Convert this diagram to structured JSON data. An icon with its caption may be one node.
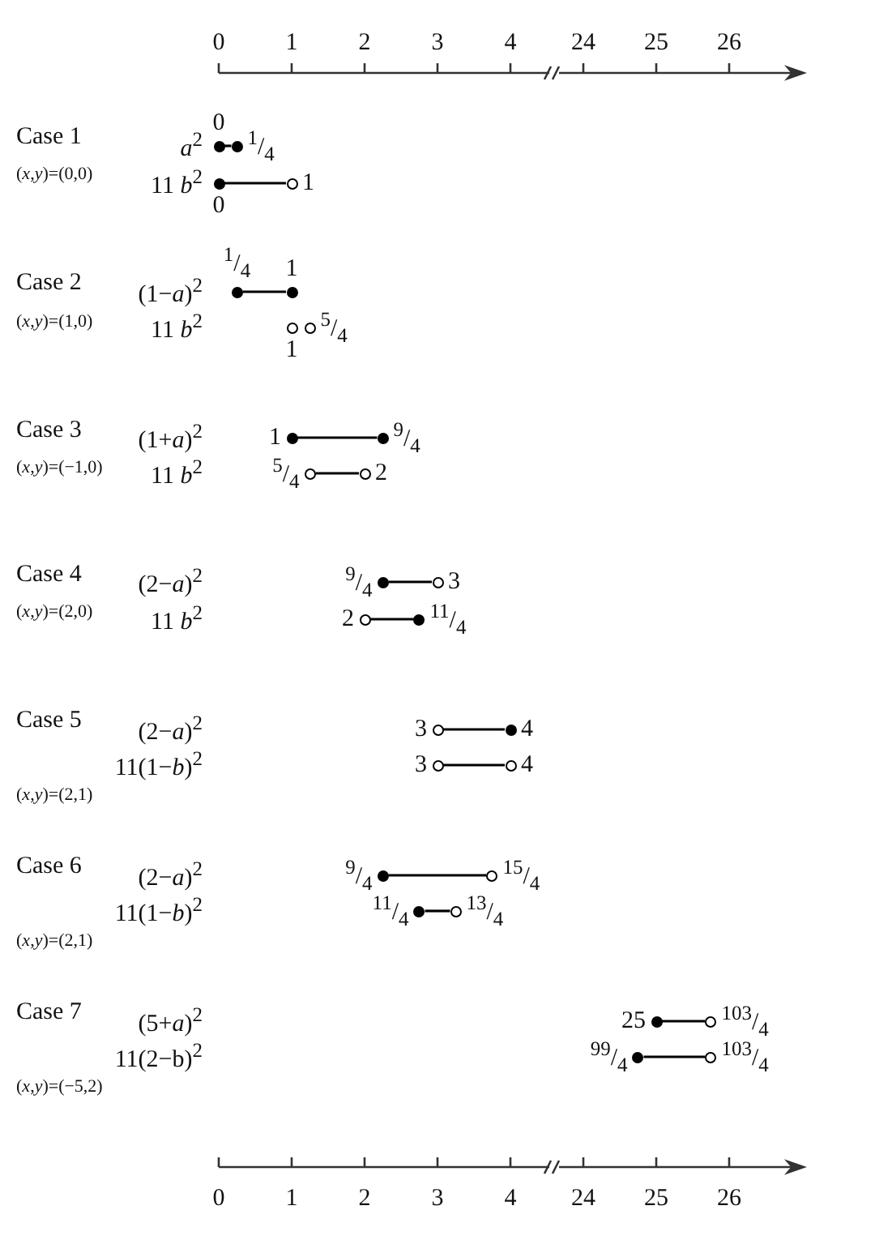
{
  "diagram": {
    "nodes": [
      {
        "text": [],
        "shape": "dot",
        "beside": [
          "0"
        ]
      },
      {
        "text": [],
        "shape": "dot",
        "beside": [
          "$^{1}$/$_{4}$"
        ]
      },
      {
        "text": [],
        "shape": "dot",
        "beside": [
          "0"
        ]
      },
      {
        "text": [],
        "shape": "circle",
        "beside": [
          "1"
        ]
      },
      {
        "text": [],
        "shape": "dot",
        "beside": [
          "$^{1}$/$_{4}$"
        ]
      },
      {
        "text": [],
        "shape": "dot",
        "beside": [
          "1"
        ]
      },
      {
        "text": [],
        "shape": "circle",
        "beside": [
          "1"
        ]
      },
      {
        "text": [],
        "shape": "circle",
        "beside": [
          "$^{5}$/$_{4}$"
        ]
      },
      {
        "text": [],
        "shape": "dot",
        "beside": [
          "1"
        ]
      },
      {
        "text": [],
        "shape": "dot",
        "beside": [
          "$^{9}$/$_{4}$"
        ]
      },
      {
        "text": [],
        "shape": "circle",
        "beside": [
          "$^{5}$/$_{4}$"
        ]
      },
      {
        "text": [],
        "shape": "circle",
        "beside": [
          "2"
        ]
      },
      {
        "text": [],
        "shape": "dot",
        "beside": [
          "$^{9}$/$_{4}$"
        ]
      },
      {
        "text": [],
        "shape": "circle",
        "beside": [
          "3"
        ]
      },
      {
        "text": [],
        "shape": "circle",
        "beside": [
          "2"
        ]
      },
      {
        "text": [],
        "shape": "dot",
        "beside": [
          "$^{11}$/$_{4}$"
        ]
      },
      {
        "text": [],
        "shape": "circle",
        "beside": [
          "3"
        ]
      },
      {
        "text": [],
        "shape": "dot",
        "beside": [
          "4"
        ]
      },
      {
        "text": [],
        "shape": "circle",
        "beside": [
          "3"
        ]
      },
      {
        "text": [],
        "shape": "circle",
        "beside": [
          "4"
        ]
      },
      {
        "text": [],
        "shape": "dot",
        "beside": [
          "$^{9}$/$_{4}$"
        ]
      },
      {
        "text": [],
        "shape": "circle",
        "beside": [
          "$^{15}$/$_{4}$"
        ]
      },
      {
        "text": [],
        "shape": "dot",
        "beside": [
          "$^{11}$/$_{4}$"
        ]
      },
      {
        "text": [],
        "shape": "circle",
        "beside": [
          "$^{13}$/$_{4}$"
        ]
      },
      {
        "text": [],
        "shape": "dot",
        "beside": [
          "25"
        ]
      },
      {
        "text": [],
        "shape": "circle",
        "beside": [
          "$^{103}$/$_{4}$"
        ]
      },
      {
        "text": [],
        "shape": "dot",
        "beside": [
          "$^{99}$/$_{4}$"
        ]
      },
      {
        "text": [],
        "shape": "circle",
        "beside": [
          "$^{103}$/$_{4}$"
        ]
      }
    ],
    "edges": [
      {
        "from": 0,
        "to": 1,
        "arrow": "none"
      },
      {
        "from": 2,
        "to": 3,
        "arrow": "none"
      },
      {
        "from": 4,
        "to": 5,
        "arrow": "none"
      },
      {
        "from": 8,
        "to": 9,
        "arrow": "none"
      },
      {
        "from": 10,
        "to": 11,
        "arrow": "none"
      },
      {
        "from": 12,
        "to": 13,
        "arrow": "none"
      },
      {
        "from": 14,
        "to": 15,
        "arrow": "none"
      },
      {
        "from": 16,
        "to": 17,
        "arrow": "none"
      },
      {
        "from": 18,
        "to": 19,
        "arrow": "none"
      },
      {
        "from": 20,
        "to": 21,
        "arrow": "none"
      },
      {
        "from": 22,
        "to": 23,
        "arrow": "none"
      },
      {
        "from": 24,
        "to": 25,
        "arrow": "none"
      },
      {
        "from": 26,
        "to": 27,
        "arrow": "none"
      }
    ],
    "labels": [
      "0",
      "1",
      "2",
      "3",
      "4",
      "24",
      "25",
      "26",
      "Case 1",
      "*a*$^{2}$",
      "(*x*,*y*)=(0,0)",
      "11 *b*$^{2}$",
      "Case 2",
      "(1−*a*)$^{2}$",
      "(*x*,*y*)=(1,0)",
      "11 *b*$^{2}$",
      "Case 3",
      "(1+*a*)$^{2}$",
      "(*x*,*y*)=(−1,0)",
      "11 *b*$^{2}$",
      "Case 4",
      "(2−*a*)$^{2}$",
      "(*x*,*y*)=(2,0)",
      "11 *b*$^{2}$",
      "Case 5",
      "(2−*a*)$^{2}$",
      "11(1−*b*)$^{2}$",
      "(*x*,*y*)=(2,1)",
      "Case 6",
      "(2−*a*)$^{2}$",
      "11(1−*b*)$^{2}$",
      "(*x*,*y*)=(2,1)",
      "Case 7",
      "(5+*a*)$^{2}$",
      "11(2−b)$^{2}$",
      "(*x*,*y*)=(−5,2)",
      "0",
      "1",
      "2",
      "3",
      "4",
      "24",
      "25",
      "26"
    ]
  }
}
